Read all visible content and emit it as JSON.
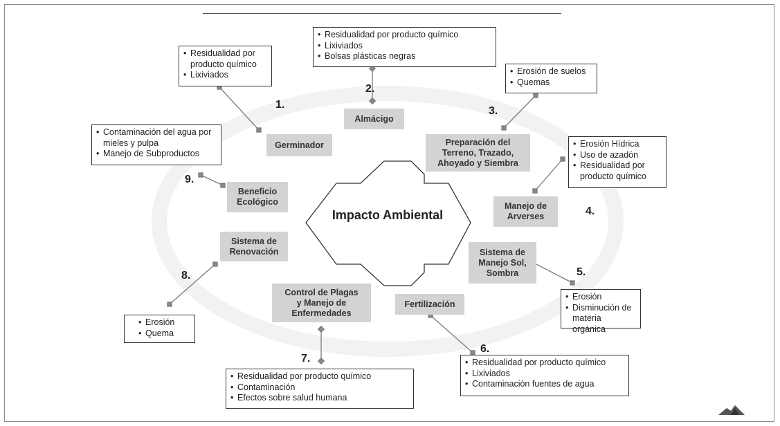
{
  "center": {
    "label": "Impacto Ambiental"
  },
  "stages": [
    {
      "id": "1",
      "number": "1.",
      "name": "Germinador",
      "impacts": [
        "Residualidad por producto químico",
        "Lixiviados"
      ]
    },
    {
      "id": "2",
      "number": "2.",
      "name": "Almácigo",
      "impacts": [
        "Residualidad por producto químico",
        "Lixiviados",
        "Bolsas plásticas negras"
      ]
    },
    {
      "id": "3",
      "number": "3.",
      "name": "Preparación del Terreno, Trazado, Ahoyado y Siembra",
      "impacts": [
        "Erosión de suelos",
        "Quemas"
      ]
    },
    {
      "id": "4",
      "number": "4.",
      "name": "Manejo de Arverses",
      "impacts": [
        "Erosión Hídrica",
        "Uso de azadón",
        "Residualidad por producto químico"
      ]
    },
    {
      "id": "5",
      "number": "5.",
      "name": "Sistema de Manejo Sol, Sombra",
      "impacts": [
        "Erosión",
        "Disminución de materia orgánica"
      ]
    },
    {
      "id": "6",
      "number": "6.",
      "name": "Fertilización",
      "impacts": [
        "Residualidad por producto químico",
        "Lixiviados",
        "Contaminación fuentes de agua"
      ]
    },
    {
      "id": "7",
      "number": "7.",
      "name": "Control de Plagas y Manejo de Enfermedades",
      "impacts": [
        "Residualidad por producto químico",
        "Contaminación",
        "Efectos sobre salud humana"
      ]
    },
    {
      "id": "8",
      "number": "8.",
      "name": "Sistema de Renovación",
      "impacts": [
        "Erosión",
        "Quema"
      ]
    },
    {
      "id": "9",
      "number": "9.",
      "name": "Beneficio Ecológico",
      "impacts": [
        "Contaminación del agua por mieles y pulpa",
        "Manejo de Subproductos"
      ]
    }
  ],
  "colors": {
    "stage_fill": "#d3d3d3",
    "line": "#7a7a7a",
    "border": "#333333"
  }
}
